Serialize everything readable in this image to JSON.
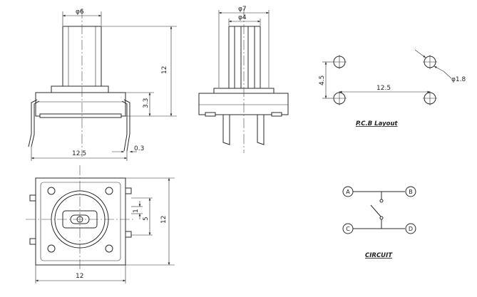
{
  "dimensions": {
    "front_dia_6": "φ6",
    "front_height_12": "12",
    "front_3_3": "3.3",
    "front_width_12_5": "12.5",
    "front_0_3": "0.3",
    "side_dia_7": "φ7",
    "side_dia_4": "φ4",
    "top_width_12": "12",
    "top_height_12": "12",
    "top_5": "5",
    "top_1": "1",
    "pcb_4_5": "4.5",
    "pcb_12_5": "12.5",
    "pcb_dia_1_8": "φ1.8"
  },
  "labels": {
    "pcb_layout": "P.C.B Layout",
    "circuit": "CIRCUIT"
  },
  "circuit_pins": [
    "A",
    "B",
    "C",
    "D"
  ]
}
